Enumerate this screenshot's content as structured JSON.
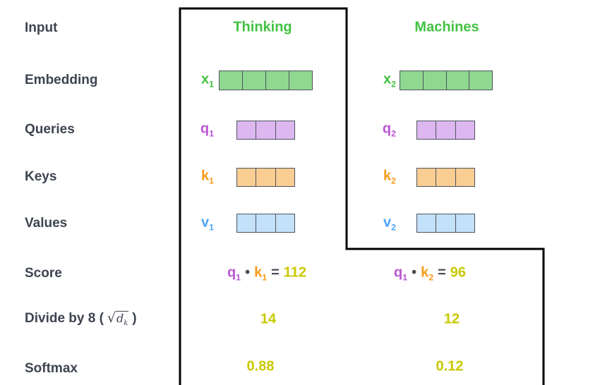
{
  "colors": {
    "green_label": "#42c242",
    "green_fill": "#90d890",
    "purple_label": "#ba55d3",
    "purple_fill": "#ddb7f0",
    "orange_label": "#f89b1c",
    "orange_fill": "#facd92",
    "blue_label": "#4fa5f7",
    "blue_fill": "#c3e1f9",
    "score_yellow": "#c9c900",
    "row_label_text": "#3d4450",
    "outline": "#000000"
  },
  "row_labels": {
    "input": "Input",
    "embedding": "Embedding",
    "queries": "Queries",
    "keys": "Keys",
    "values": "Values",
    "score": "Score",
    "divide_prefix": "Divide by 8 (",
    "divide_sqrt": "√",
    "divide_d": "d",
    "divide_k": "k",
    "divide_suffix": ")",
    "softmax": "Softmax"
  },
  "columns": {
    "thinking": {
      "header": "Thinking",
      "x": {
        "base": "x",
        "sub": "1",
        "cells": 4
      },
      "q": {
        "base": "q",
        "sub": "1",
        "cells": 3
      },
      "k": {
        "base": "k",
        "sub": "1",
        "cells": 3
      },
      "v": {
        "base": "v",
        "sub": "1",
        "cells": 3
      },
      "score": {
        "q_base": "q",
        "q_sub": "1",
        "dot": "•",
        "k_base": "k",
        "k_sub": "1",
        "equals": "=",
        "value": "112"
      },
      "divided": "14",
      "softmax": "0.88"
    },
    "machines": {
      "header": "Machines",
      "x": {
        "base": "x",
        "sub": "2",
        "cells": 4
      },
      "q": {
        "base": "q",
        "sub": "2",
        "cells": 3
      },
      "k": {
        "base": "k",
        "sub": "2",
        "cells": 3
      },
      "v": {
        "base": "v",
        "sub": "2",
        "cells": 3
      },
      "score": {
        "q_base": "q",
        "q_sub": "1",
        "dot": "•",
        "k_base": "k",
        "k_sub": "2",
        "equals": "=",
        "value": "96"
      },
      "divided": "12",
      "softmax": "0.12"
    }
  }
}
